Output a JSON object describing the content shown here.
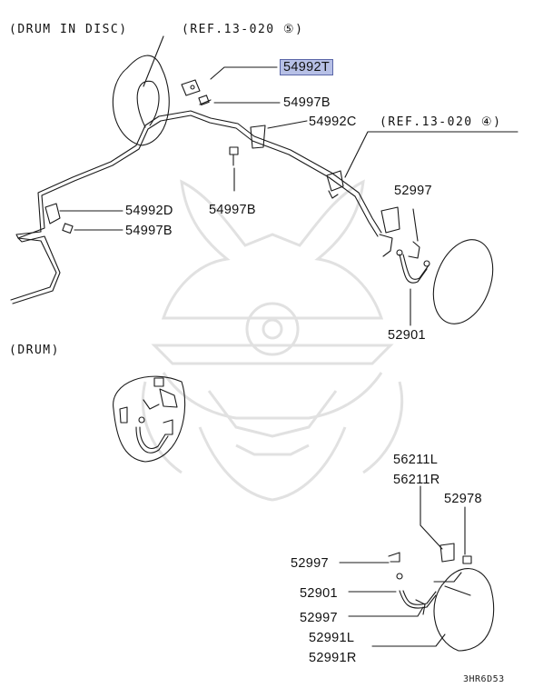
{
  "headers": {
    "drum_in_disc": "(DRUM IN DISC)",
    "drum": "(DRUM)"
  },
  "refs": {
    "ref5": "(REF.13-020 ⑤)",
    "ref4": "(REF.13-020 ④)"
  },
  "parts": {
    "p54992T": "54992T",
    "p54997B_top": "54997B",
    "p54992C": "54992C",
    "p54997B_mid": "54997B",
    "p54992D": "54992D",
    "p54997B_left": "54997B",
    "p52997_top": "52997",
    "p52901_top": "52901",
    "p56211L": "56211L",
    "p56211R": "56211R",
    "p52978": "52978",
    "p52997_bot": "52997",
    "p52901_bot": "52901",
    "p52997_bot2": "52997",
    "p52991L": "52991L",
    "p52991R": "52991R"
  },
  "diagram_code": "3HR6D53",
  "colors": {
    "highlight": "#b7c0e6",
    "line": "#1a1a1a",
    "watermark": "#dcdcdc"
  }
}
